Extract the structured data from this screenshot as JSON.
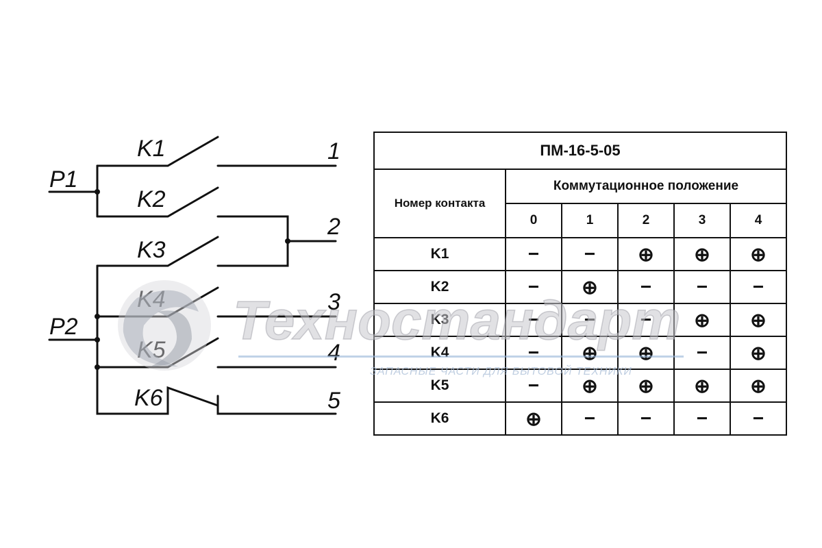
{
  "schematic": {
    "inputs": [
      "P1",
      "P2"
    ],
    "contacts": [
      "K1",
      "K2",
      "K3",
      "K4",
      "K5",
      "K6"
    ],
    "outputs": [
      "1",
      "2",
      "3",
      "4",
      "5"
    ]
  },
  "table": {
    "title": "ПМ-16-5-05",
    "contact_header": "Номер контакта",
    "position_header": "Коммутационное положение",
    "positions": [
      "0",
      "1",
      "2",
      "3",
      "4"
    ],
    "rows": [
      {
        "contact": "K1",
        "cells": [
          "−",
          "−",
          "⊕",
          "⊕",
          "⊕"
        ]
      },
      {
        "contact": "K2",
        "cells": [
          "−",
          "⊕",
          "−",
          "−",
          "−"
        ]
      },
      {
        "contact": "K3",
        "cells": [
          "−",
          "−",
          "−",
          "⊕",
          "⊕"
        ]
      },
      {
        "contact": "K4",
        "cells": [
          "−",
          "⊕",
          "⊕",
          "−",
          "⊕"
        ]
      },
      {
        "contact": "K5",
        "cells": [
          "−",
          "⊕",
          "⊕",
          "⊕",
          "⊕"
        ]
      },
      {
        "contact": "K6",
        "cells": [
          "⊕",
          "−",
          "−",
          "−",
          "−"
        ]
      }
    ]
  },
  "watermark": {
    "brand": "Техностандарт",
    "tagline": "ЗАПАСНЫЕ ЧАСТИ ДЛЯ БЫТОВОЙ ТЕХНИКИ",
    "logo_icon": "swirl-logo-icon"
  }
}
